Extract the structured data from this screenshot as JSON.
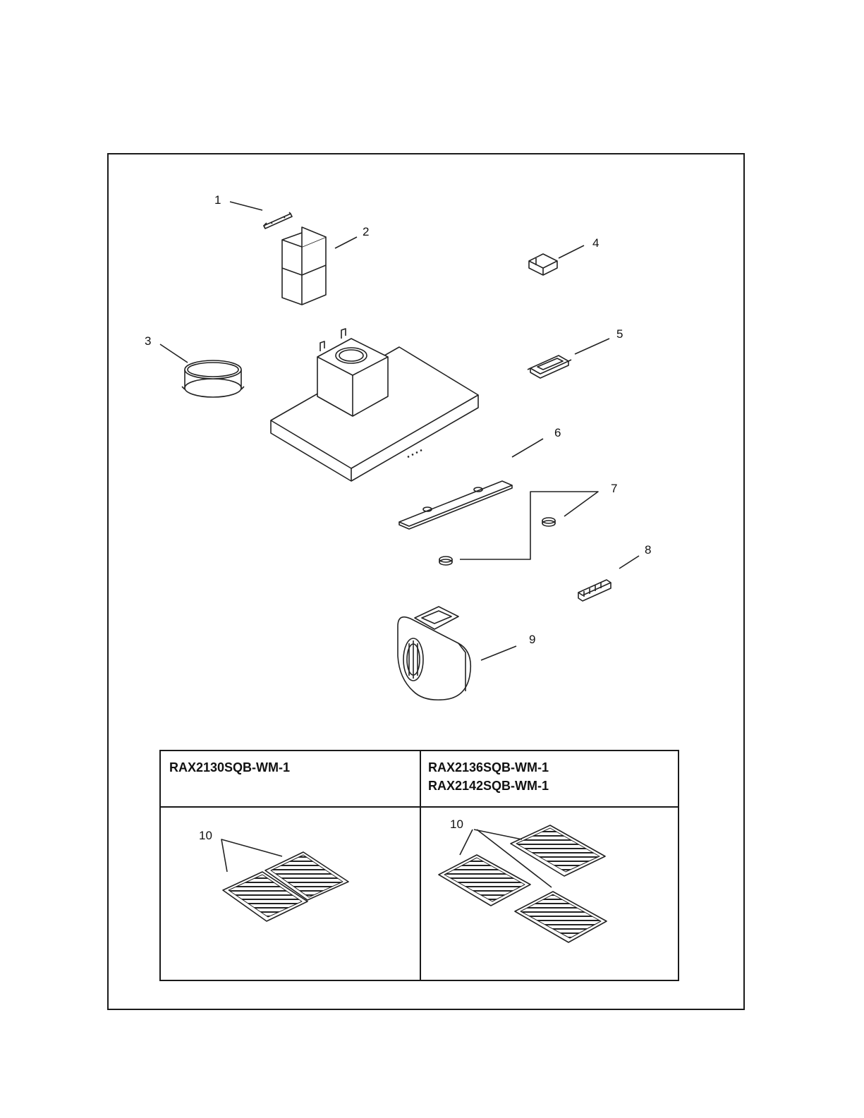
{
  "callouts": {
    "c1": "1",
    "c2": "2",
    "c3": "3",
    "c4": "4",
    "c5": "5",
    "c6": "6",
    "c7": "7",
    "c8": "8",
    "c9": "9",
    "c10a": "10",
    "c10b": "10"
  },
  "table": {
    "left_header": [
      "RAX2130SQB-WM-1"
    ],
    "right_header": [
      "RAX2136SQB-WM-1",
      "RAX2142SQB-WM-1"
    ]
  }
}
